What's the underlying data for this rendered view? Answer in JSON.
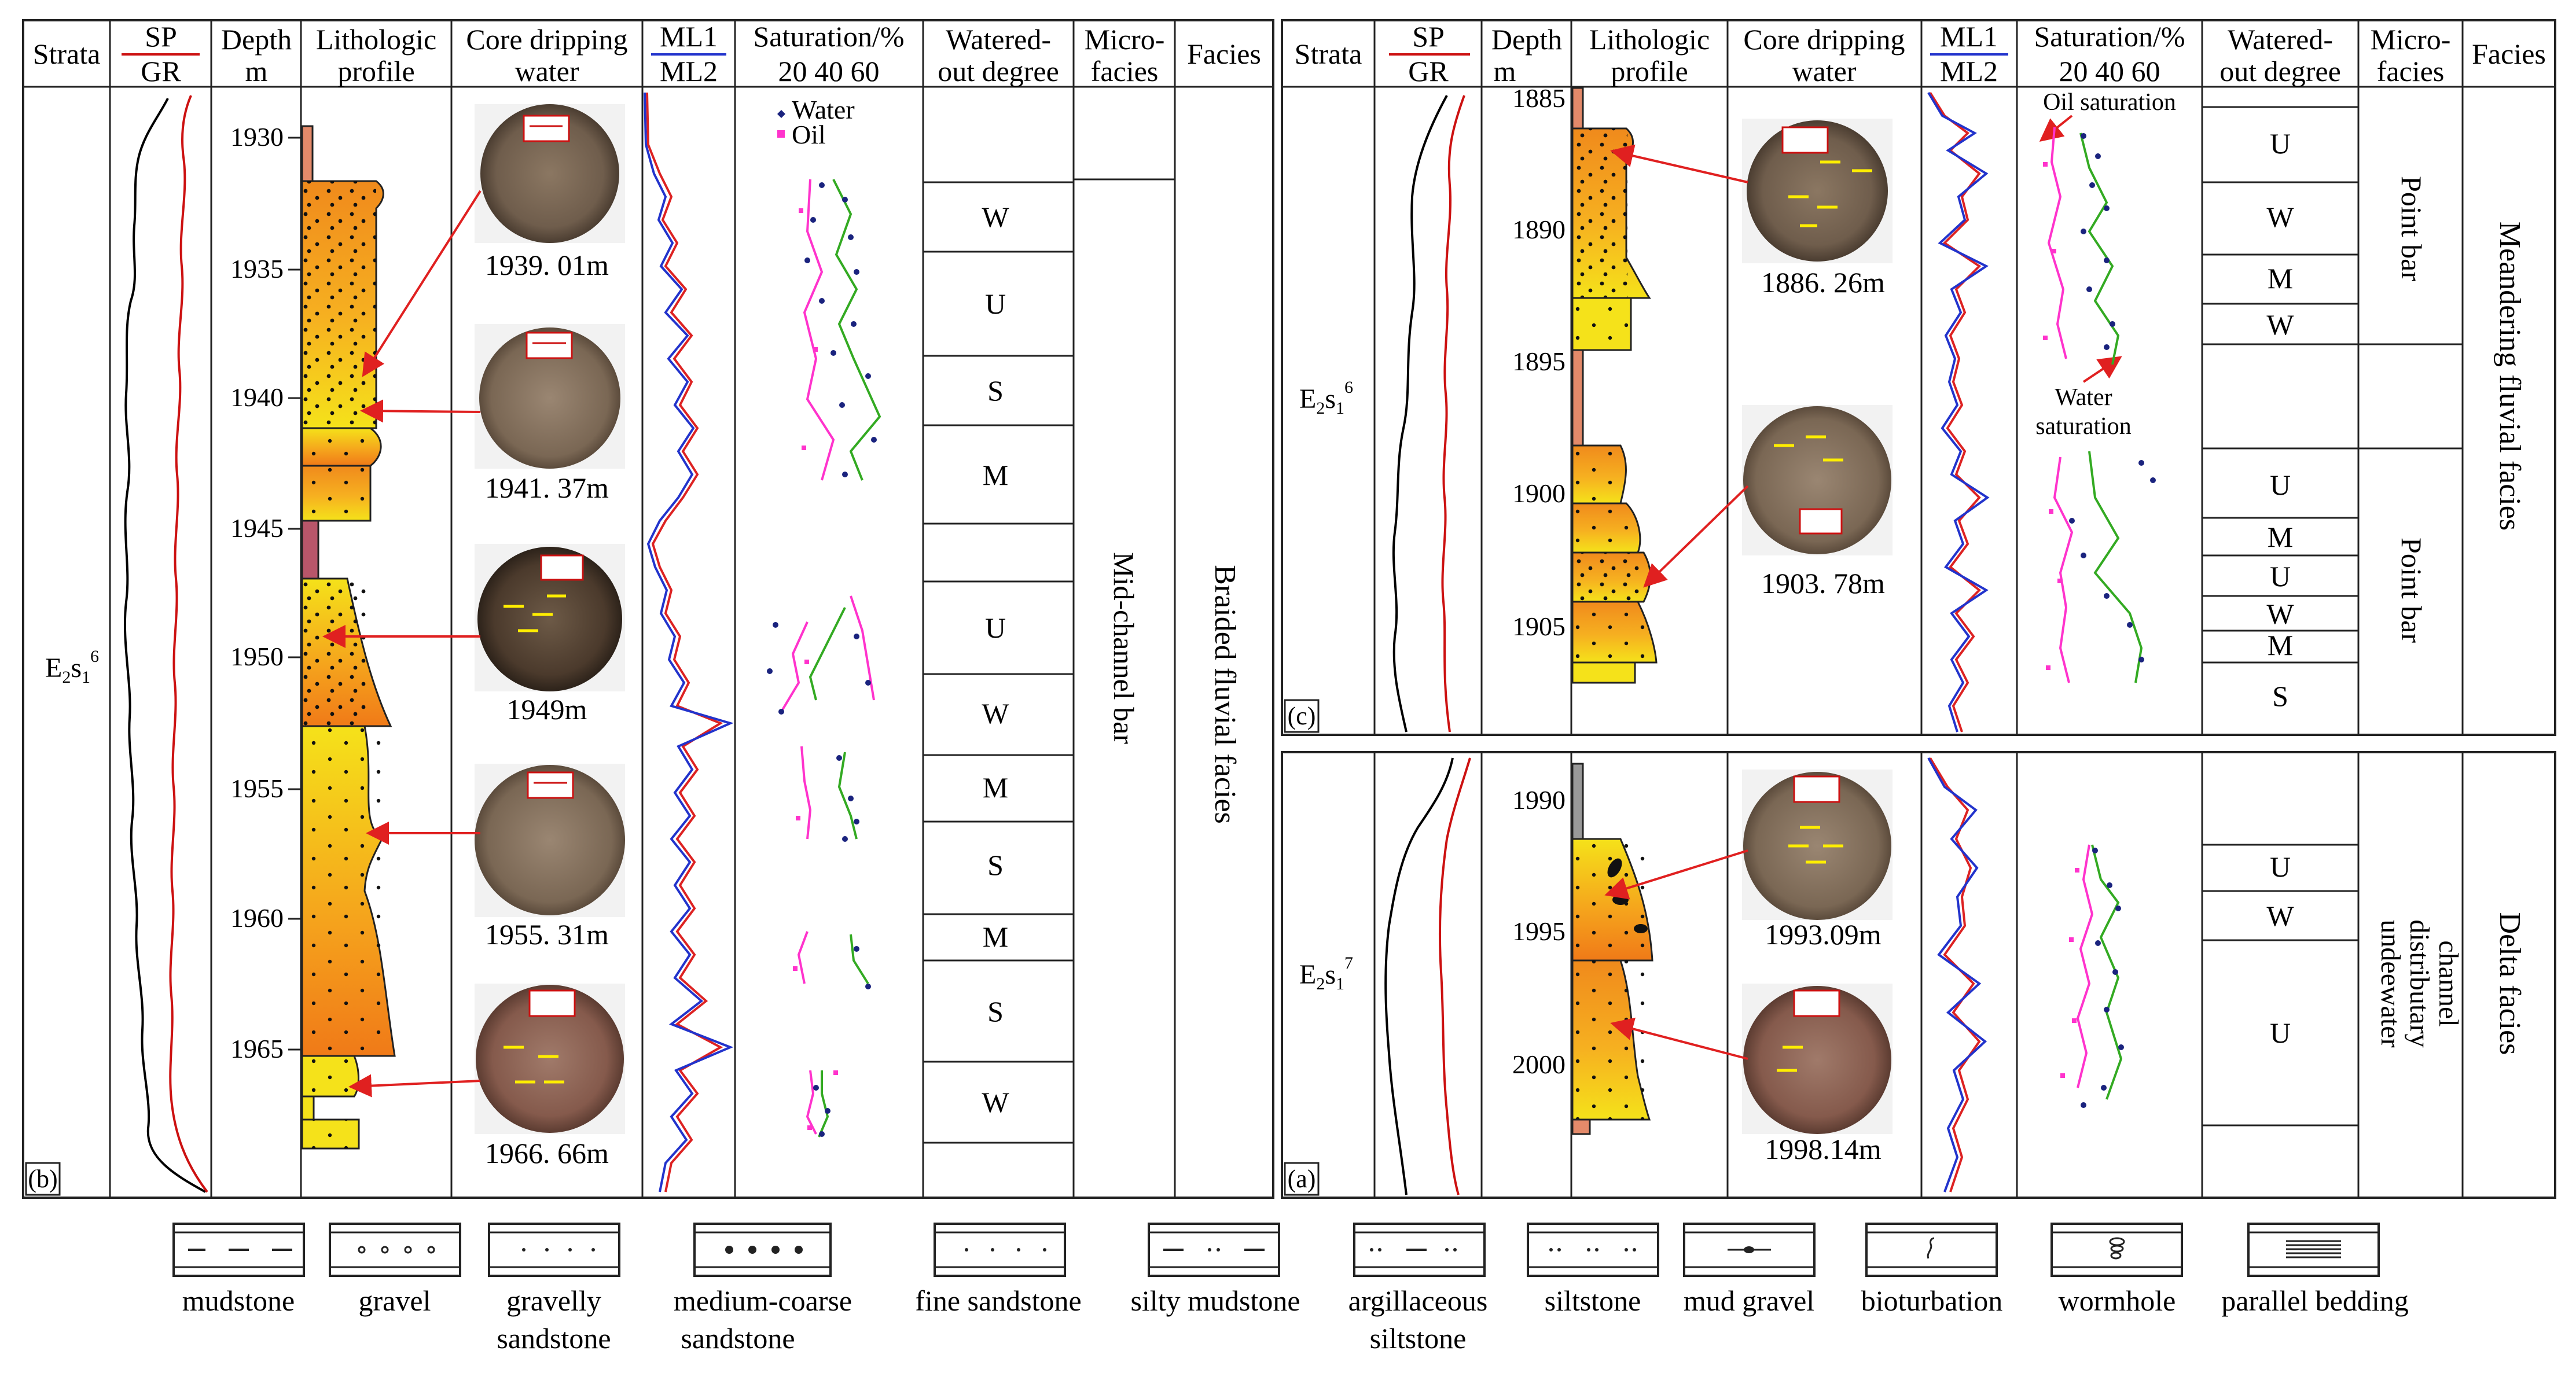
{
  "headers": {
    "strata": "Strata",
    "sp": "SP",
    "gr": "GR",
    "depth": "Depth",
    "depth_unit": "m",
    "litho_1": "Lithologic",
    "litho_2": "profile",
    "core_1": "Core dripping",
    "core_2": "water",
    "ml1": "ML1",
    "ml2": "ML2",
    "sat_title": "Saturation/%",
    "sat_ticks": "20 40 60",
    "watered_1": "Watered-",
    "watered_2": "out degree",
    "micro_1": "Micro-",
    "micro_2": "facies",
    "facies": "Facies"
  },
  "panel_b": {
    "label": "(b)",
    "strata_main": "E",
    "strata_sub": "2",
    "strata_s": "s",
    "strata_sub2": "1",
    "strata_sup": "6",
    "depth_ticks": [
      "1930",
      "1935",
      "1940",
      "1945",
      "1950",
      "1955",
      "1960",
      "1965"
    ],
    "legend_water": "Water",
    "legend_oil": "Oil",
    "core_labels": [
      "1939. 01m",
      "1941. 37m",
      "1949m",
      "1955. 31m",
      "1966. 66m"
    ],
    "watered": [
      "W",
      "U",
      "S",
      "M",
      "U",
      "W",
      "M",
      "S",
      "M",
      "S",
      "W"
    ],
    "microfacies": "Mid-channel bar",
    "facies": "Braided fluvial facies"
  },
  "panel_c": {
    "label": "(c)",
    "strata_main": "E",
    "strata_sub": "2",
    "strata_s": "s",
    "strata_sub2": "1",
    "strata_sup": "6",
    "depth_ticks": [
      "1885",
      "1890",
      "1895",
      "1900",
      "1905"
    ],
    "core_labels": [
      "1886. 26m",
      "1903. 78m"
    ],
    "annot_oil": "Oil saturation",
    "annot_water_1": "Water",
    "annot_water_2": "saturation",
    "watered": [
      "U",
      "W",
      "M",
      "W",
      "U",
      "M",
      "U",
      "W",
      "M",
      "S"
    ],
    "micro_1": "Point bar",
    "micro_2": "Point bar",
    "facies": "Meandering fluvial facies"
  },
  "panel_a": {
    "label": "(a)",
    "strata_main": "E",
    "strata_sub": "2",
    "strata_s": "s",
    "strata_sub2": "1",
    "strata_sup": "7",
    "depth_ticks": [
      "1990",
      "1995",
      "2000"
    ],
    "core_labels": [
      "1993.09m",
      "1998.14m"
    ],
    "watered": [
      "U",
      "W",
      "U"
    ],
    "micro_1": "undeewater",
    "micro_2": "distributary",
    "micro_3": "channel",
    "facies": "Delta facies"
  },
  "legend": {
    "mudstone": "mudstone",
    "gravel": "gravel",
    "gravelly_1": "gravelly",
    "gravelly_2": "sandstone",
    "medium_1": "medium-coarse",
    "medium_2": "sandstone",
    "fine": "fine sandstone",
    "silty": "silty mudstone",
    "argill_1": "argillaceous",
    "argill_2": "siltstone",
    "siltstone": "siltstone",
    "mudgravel": "mud gravel",
    "bioturbation": "bioturbation",
    "wormhole": "wormhole",
    "parallel": "parallel bedding"
  },
  "colors": {
    "sandstone_top": "#f5e21a",
    "sandstone_bottom": "#f08a1c",
    "mudstone": "#e48a6a",
    "ml1": "#2233cc",
    "ml2": "#dd2222",
    "gr": "#cc1111",
    "sp": "#000000",
    "water": "#1a237e",
    "oil": "#ff33cc",
    "trend": "#33aa22",
    "arrow": "#e02020",
    "core_tag": "#ffffff"
  }
}
